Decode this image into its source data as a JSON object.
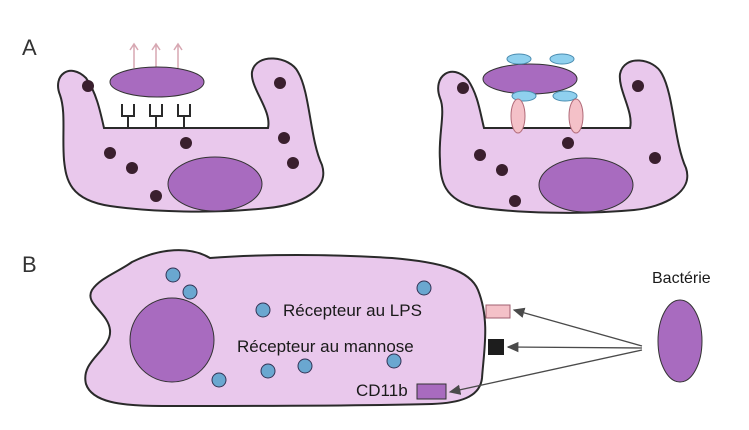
{
  "panels": {
    "a": "A",
    "b": "B"
  },
  "labels": {
    "bacterium": "Bactérie",
    "lps_receptor": "Récepteur au LPS",
    "mannose_receptor": "Récepteur au mannose",
    "cd11b": "CD11b"
  },
  "colors": {
    "cell": "#e9c8ec",
    "cell_outline": "#2a2a2a",
    "nucleus": "#a86bbf",
    "granule": "#3a1f2e",
    "vesicle": "#6aa7d0",
    "receptor_lps": "#f4c1c8",
    "receptor_mannose": "#1d1d1d",
    "receptor_cd11b": "#a86bbf",
    "opsonin": "#8fd0ee",
    "arrow": "#4a4a4a"
  }
}
